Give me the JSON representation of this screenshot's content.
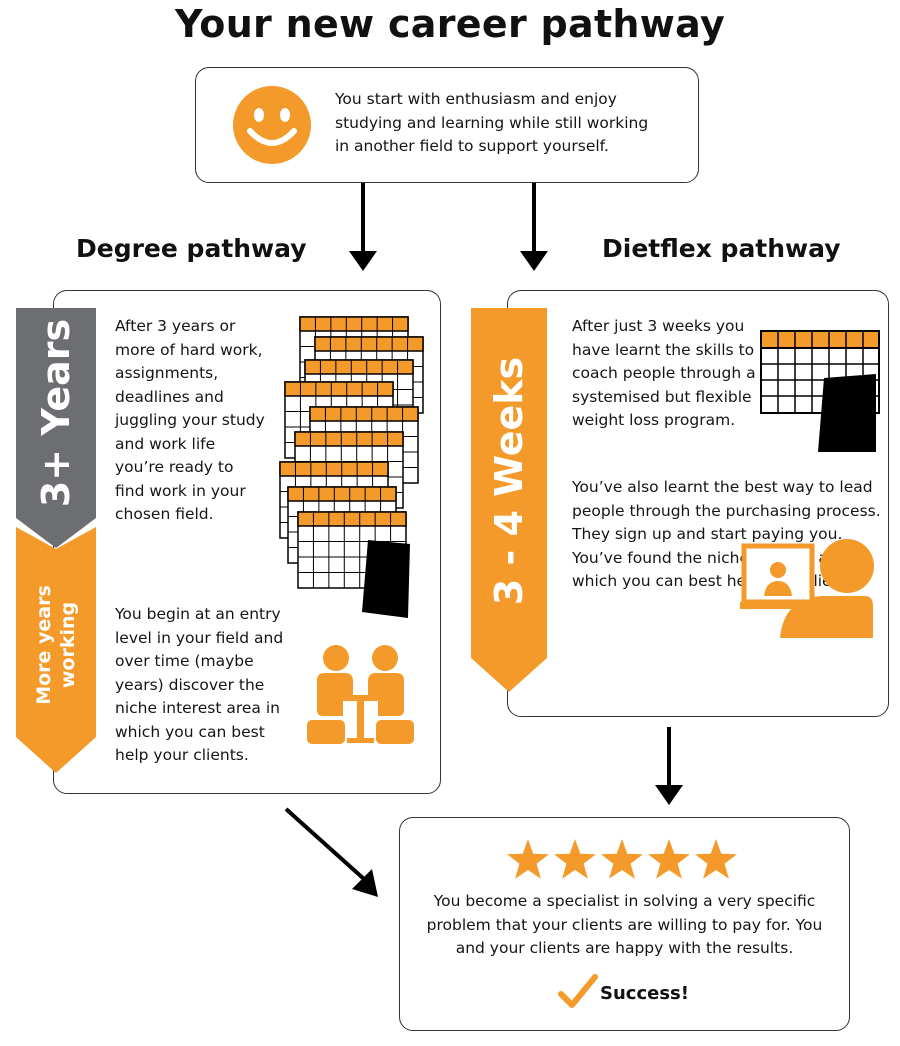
{
  "title": "Your new career pathway",
  "intro": {
    "text": "You start with enthusiasm and enjoy studying and learning while still working in another field to support yourself.",
    "icon": "smiley-face-icon"
  },
  "degree": {
    "heading": "Degree pathway",
    "duration_label": "3+ Years",
    "working_label_line1": "More years",
    "working_label_line2": "working",
    "text1": "After 3 years or more of hard work, assignments, deadlines and juggling your study and work life you’re ready to find work in your chosen field.",
    "text2": "You begin at an entry level in your field and over time (maybe years) discover the niche interest area in which you can best help your clients.",
    "icons": [
      "stacked-calendars-icon",
      "people-meeting-icon"
    ]
  },
  "dietflex": {
    "heading": "Dietflex pathway",
    "duration_label": "3 - 4 Weeks",
    "text1": "After just 3 weeks you have learnt the skills to coach people through a systemised but flexible weight loss program.",
    "text2": "You’ve also learnt the best way to lead people through the purchasing process. They sign up and start paying you. You’ve found the niche interest area in which you can best help your clients.",
    "icons": [
      "calendar-icon",
      "video-call-icon"
    ]
  },
  "result": {
    "stars": 5,
    "text": "You become a specialist in solving a very specific problem that your clients are willing to pay for. You and your clients are happy with the results.",
    "success_label": "Success!",
    "icon": "checkmark-icon"
  },
  "colors": {
    "orange": "#F39A2B",
    "gray": "#6D6E71",
    "black": "#000000"
  }
}
